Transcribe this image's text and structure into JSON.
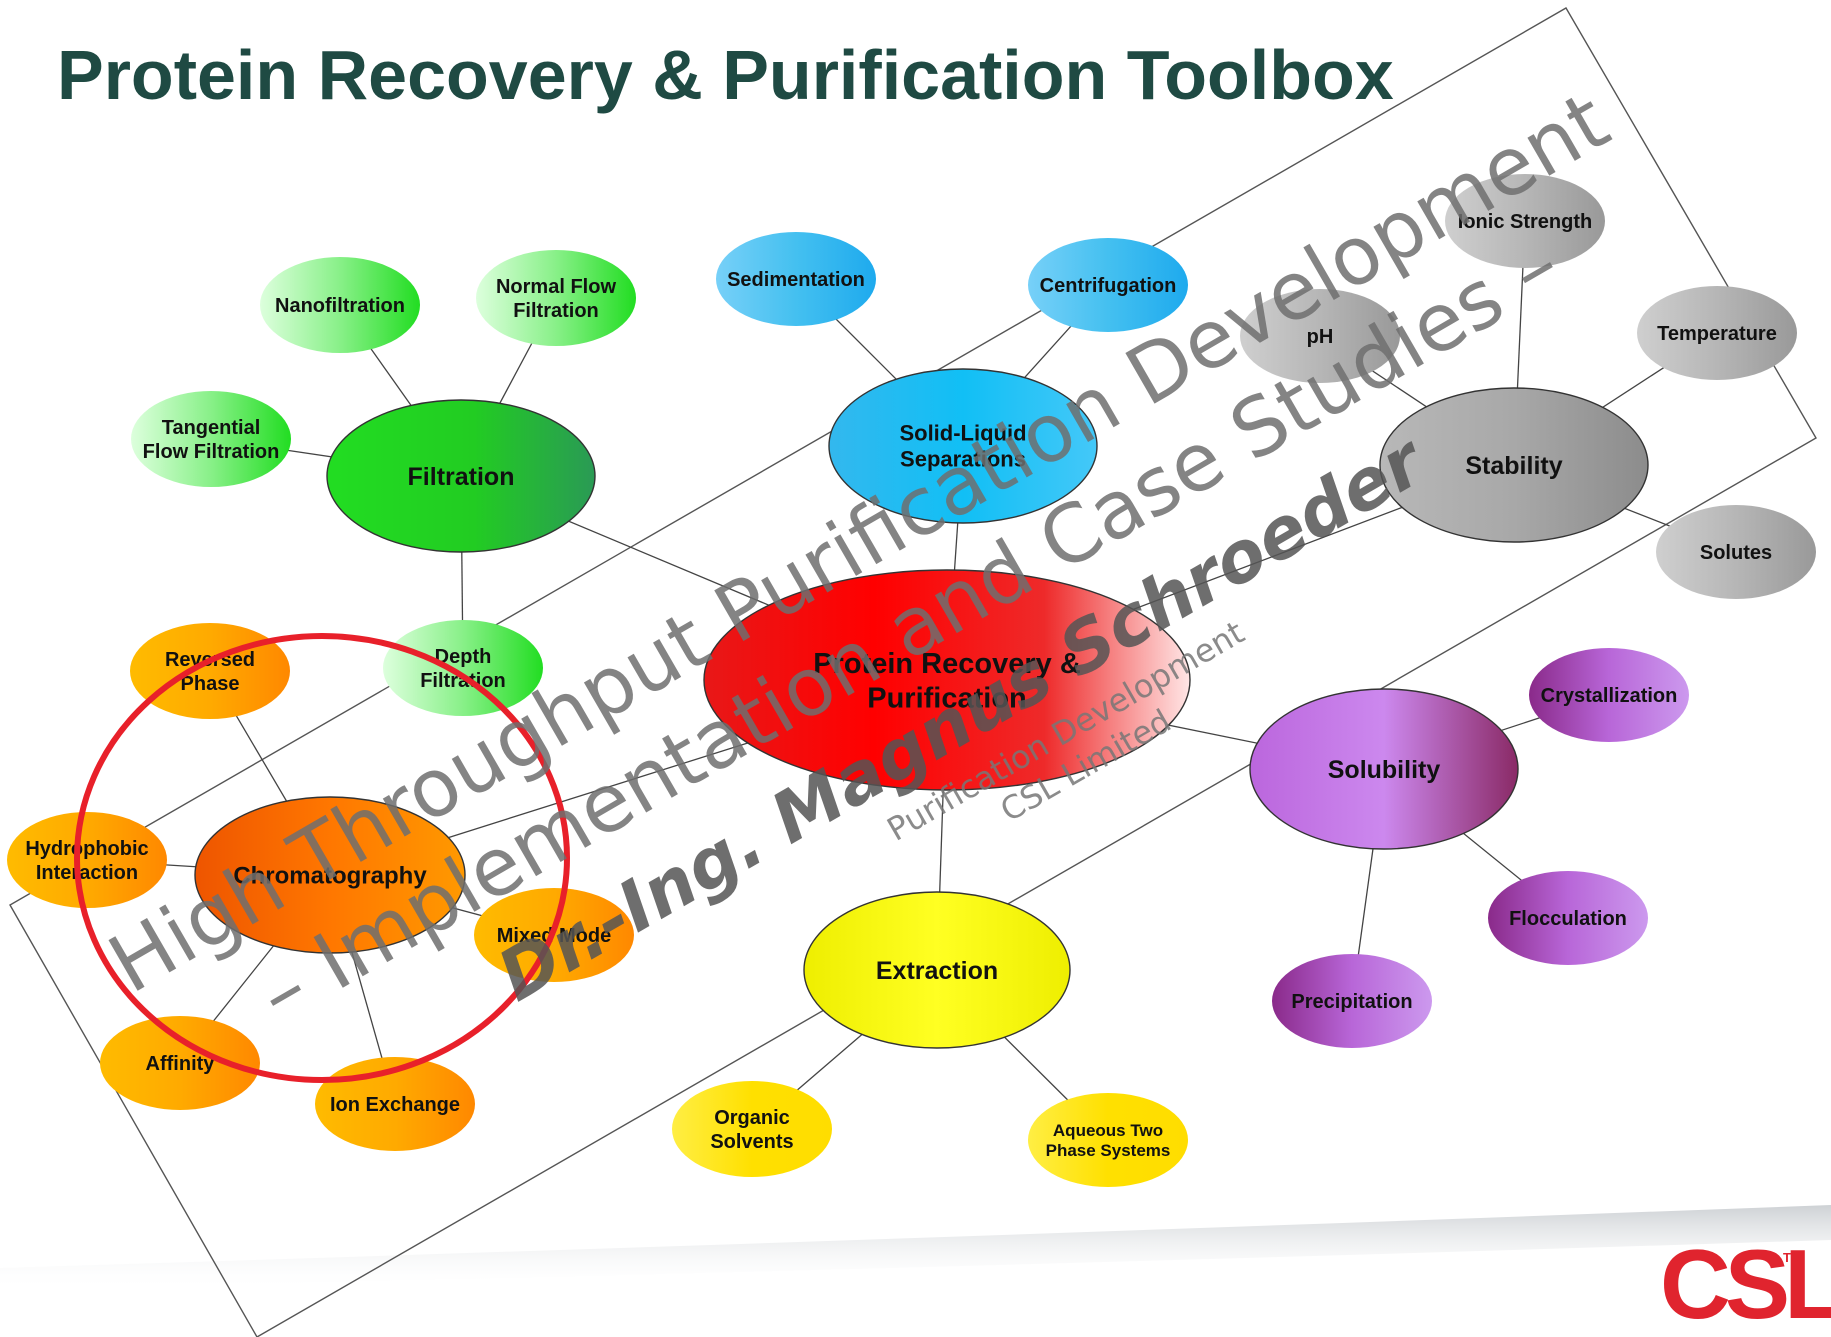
{
  "title": "Protein Recovery & Purification Toolbox",
  "center": {
    "id": "protein",
    "lines": [
      "Protein Recovery &",
      "Purification"
    ]
  },
  "hubs": [
    {
      "id": "filtration",
      "lines": [
        "Filtration"
      ]
    },
    {
      "id": "solid-liquid",
      "lines": [
        "Solid-Liquid",
        "Separations"
      ]
    },
    {
      "id": "stability",
      "lines": [
        "Stability"
      ]
    },
    {
      "id": "chromatography",
      "lines": [
        "Chromatography"
      ]
    },
    {
      "id": "extraction",
      "lines": [
        "Extraction"
      ]
    },
    {
      "id": "solubility",
      "lines": [
        "Solubility"
      ]
    }
  ],
  "leaves": [
    {
      "id": "nanofiltration",
      "parent": "filtration",
      "lines": [
        "Nanofiltration"
      ]
    },
    {
      "id": "normal-flow-filtration",
      "parent": "filtration",
      "lines": [
        "Normal Flow",
        "Filtration"
      ]
    },
    {
      "id": "tangential-flow-filtration",
      "parent": "filtration",
      "lines": [
        "Tangential",
        "Flow Filtration"
      ]
    },
    {
      "id": "depth-filtration",
      "parent": "filtration",
      "lines": [
        "Depth",
        "Filtration"
      ]
    },
    {
      "id": "sedimentation",
      "parent": "solid-liquid",
      "lines": [
        "Sedimentation"
      ]
    },
    {
      "id": "centrifugation",
      "parent": "solid-liquid",
      "lines": [
        "Centrifugation"
      ]
    },
    {
      "id": "ionic-strength",
      "parent": "stability",
      "lines": [
        "Ionic Strength"
      ]
    },
    {
      "id": "ph",
      "parent": "stability",
      "lines": [
        "pH"
      ]
    },
    {
      "id": "temperature",
      "parent": "stability",
      "lines": [
        "Temperature"
      ]
    },
    {
      "id": "solutes",
      "parent": "stability",
      "lines": [
        "Solutes"
      ]
    },
    {
      "id": "reversed-phase",
      "parent": "chromatography",
      "lines": [
        "Reversed",
        "Phase"
      ]
    },
    {
      "id": "hydrophobic-interaction",
      "parent": "chromatography",
      "lines": [
        "Hydrophobic",
        "Interaction"
      ]
    },
    {
      "id": "mixed-mode",
      "parent": "chromatography",
      "lines": [
        "Mixed Mode"
      ]
    },
    {
      "id": "affinity",
      "parent": "chromatography",
      "lines": [
        "Affinity"
      ]
    },
    {
      "id": "ion-exchange",
      "parent": "chromatography",
      "lines": [
        "Ion Exchange"
      ]
    },
    {
      "id": "organic-solvents",
      "parent": "extraction",
      "lines": [
        "Organic",
        "Solvents"
      ]
    },
    {
      "id": "aqueous-two-phase",
      "parent": "extraction",
      "lines": [
        "Aqueous Two",
        "Phase Systems"
      ]
    },
    {
      "id": "crystallization",
      "parent": "solubility",
      "lines": [
        "Crystallization"
      ]
    },
    {
      "id": "flocculation",
      "parent": "solubility",
      "lines": [
        "Flocculation"
      ]
    },
    {
      "id": "precipitation",
      "parent": "solubility",
      "lines": [
        "Precipitation"
      ]
    }
  ],
  "watermark": {
    "line1": "High Throughput Purification Development",
    "line2": "– Implementation and Case Studies –",
    "author": "Dr.-Ing. Magnus Schroeder",
    "dept": "Purification Development",
    "company": "CSL Limited"
  },
  "logo": {
    "text": "CSL",
    "tm": "TM"
  },
  "colors": {
    "title": "#1f4a43",
    "green": "#33cc33",
    "blue": "#1eb4f0",
    "gray": "#9a9a9a",
    "red": "#ee1111",
    "orange": "#ff8800",
    "yellow": "#ffee00",
    "purple": "#a050c8",
    "highlight_circle": "#e8202a",
    "logo": "#e0242e"
  }
}
